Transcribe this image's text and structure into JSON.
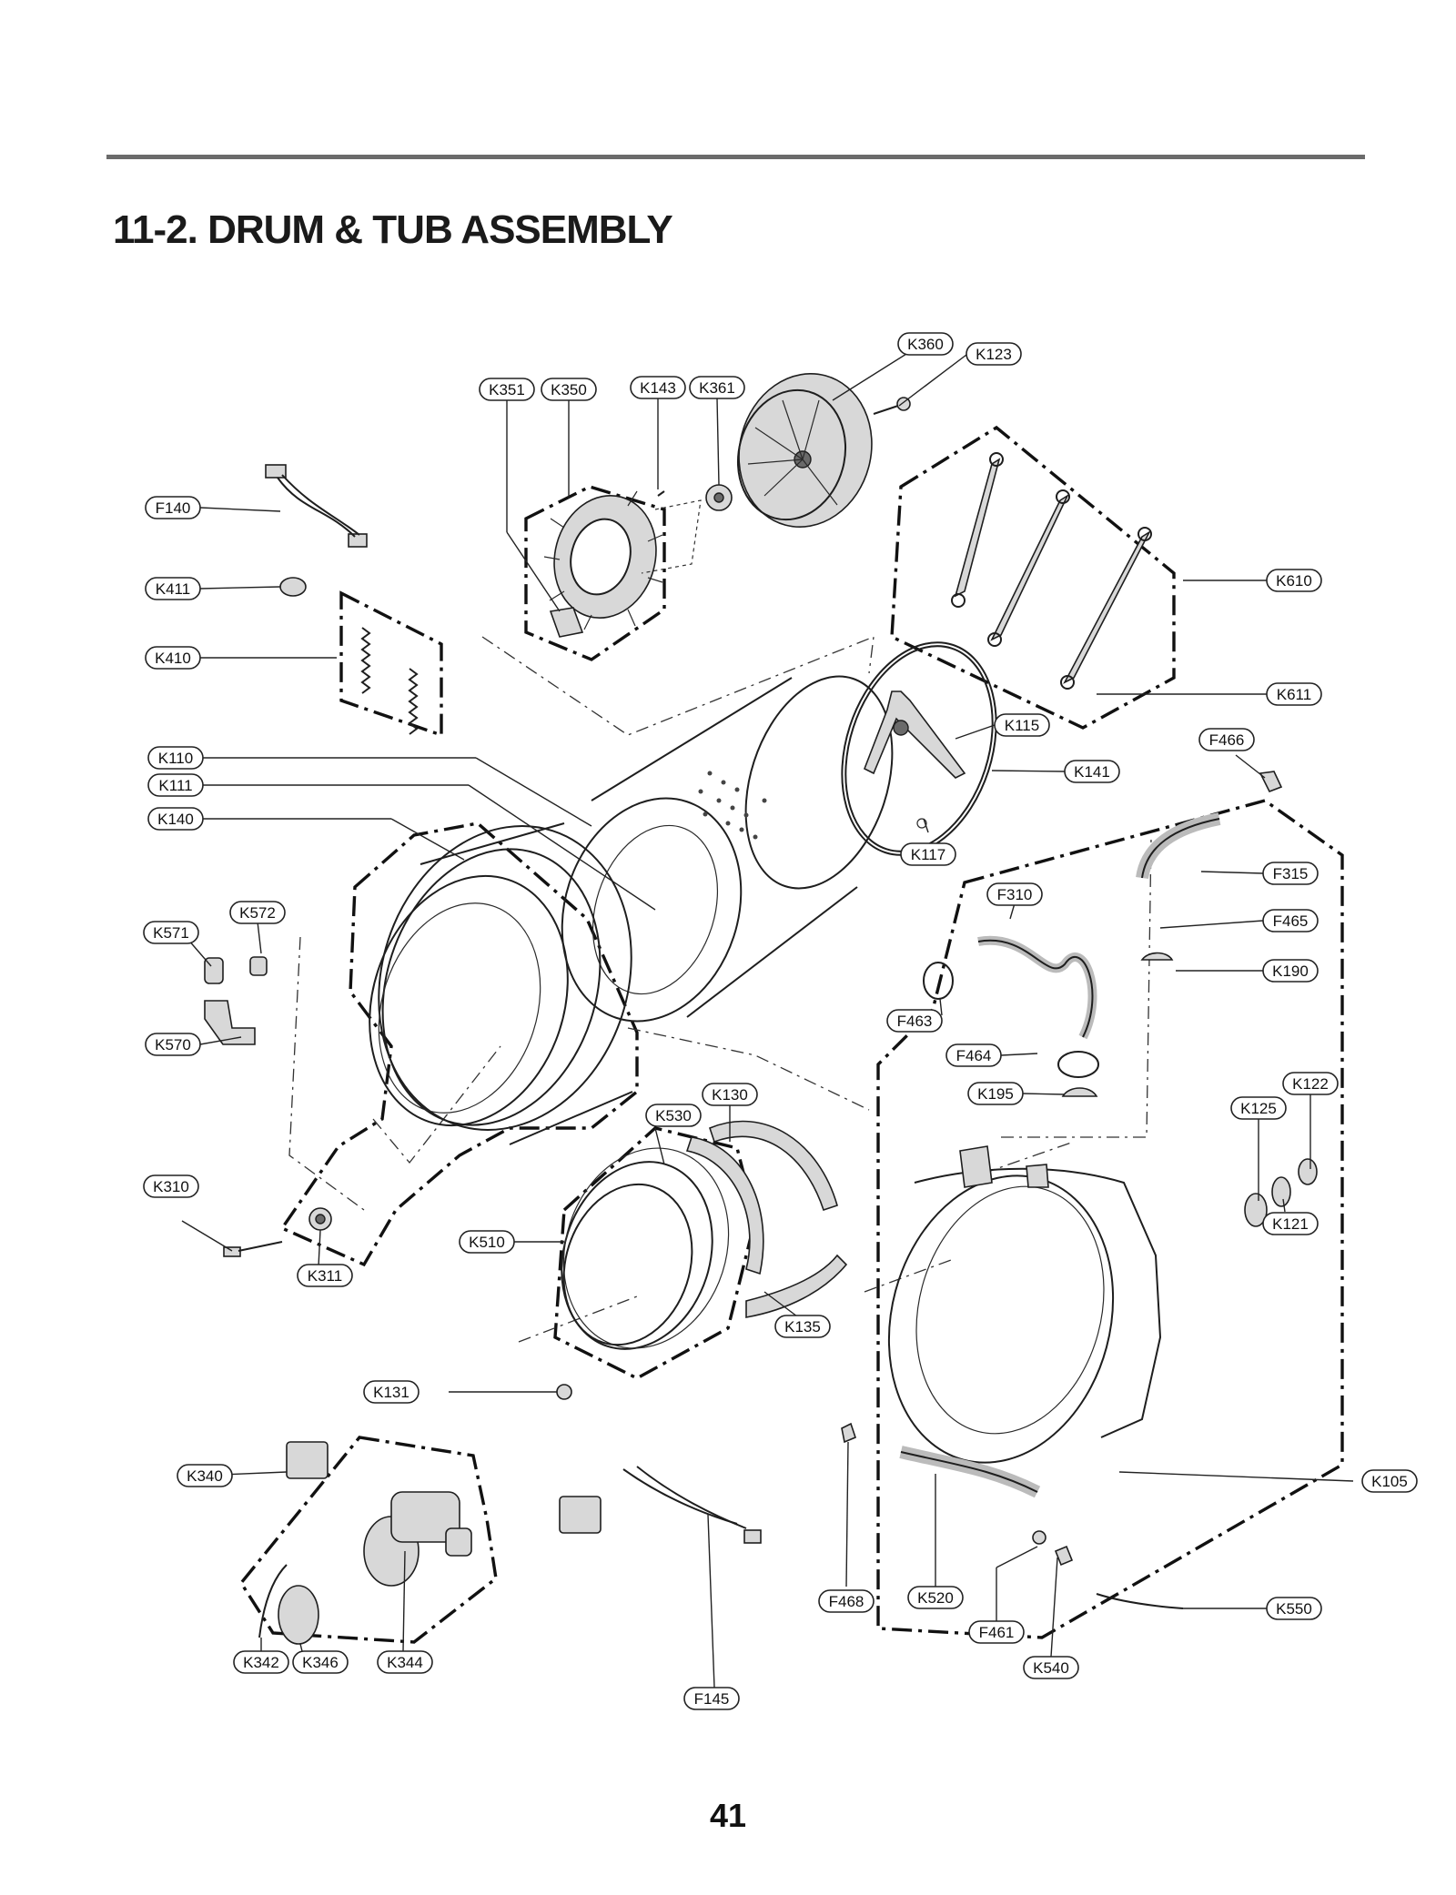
{
  "header": {
    "title": "11-2. DRUM & TUB ASSEMBLY"
  },
  "footer": {
    "page_number": "41"
  },
  "callouts": {
    "K360": "K360",
    "K123": "K123",
    "K351": "K351",
    "K350": "K350",
    "K143": "K143",
    "K361": "K361",
    "F140": "F140",
    "K411": "K411",
    "K410": "K410",
    "K610": "K610",
    "K611": "K611",
    "K115": "K115",
    "F466": "F466",
    "K110": "K110",
    "K141": "K141",
    "K111": "K111",
    "K140": "K140",
    "K117": "K117",
    "F315": "F315",
    "F310": "F310",
    "F465": "F465",
    "K572": "K572",
    "K571": "K571",
    "K190": "K190",
    "F463": "F463",
    "K570": "K570",
    "F464": "F464",
    "K122": "K122",
    "K130": "K130",
    "K195": "K195",
    "K125": "K125",
    "K530": "K530",
    "K310": "K310",
    "K121": "K121",
    "K510": "K510",
    "K311": "K311",
    "K135": "K135",
    "K131": "K131",
    "K340": "K340",
    "K105": "K105",
    "F468": "F468",
    "K520": "K520",
    "K550": "K550",
    "F461": "F461",
    "K540": "K540",
    "K342": "K342",
    "K346": "K346",
    "K344": "K344",
    "F145": "F145"
  }
}
